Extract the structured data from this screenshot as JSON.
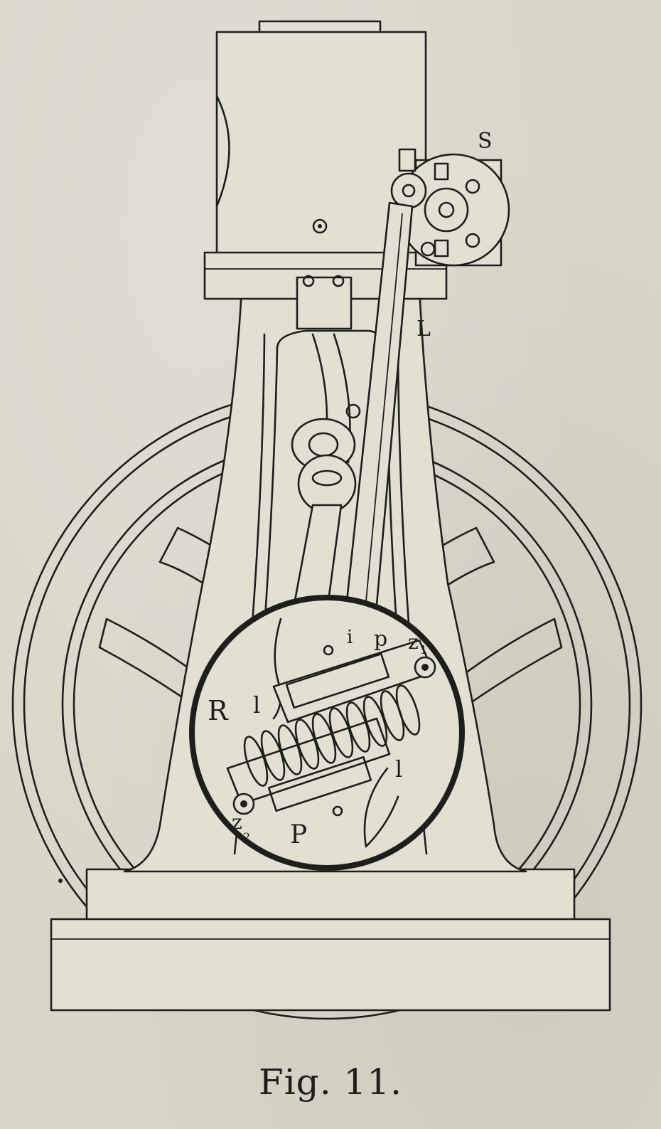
{
  "figure": {
    "caption": "Fig. 11.",
    "labels": {
      "s": "S",
      "l": "L",
      "r": "R",
      "l1_left": "l",
      "l1_right": "l",
      "i": "i",
      "p_top": "p",
      "z1": "z",
      "z2": "z",
      "z1_sub": "1",
      "z2_sub": "2",
      "p_bottom": "P"
    }
  },
  "colors": {
    "ink": "#1e1e1c",
    "paper": "#d9d6c9"
  }
}
